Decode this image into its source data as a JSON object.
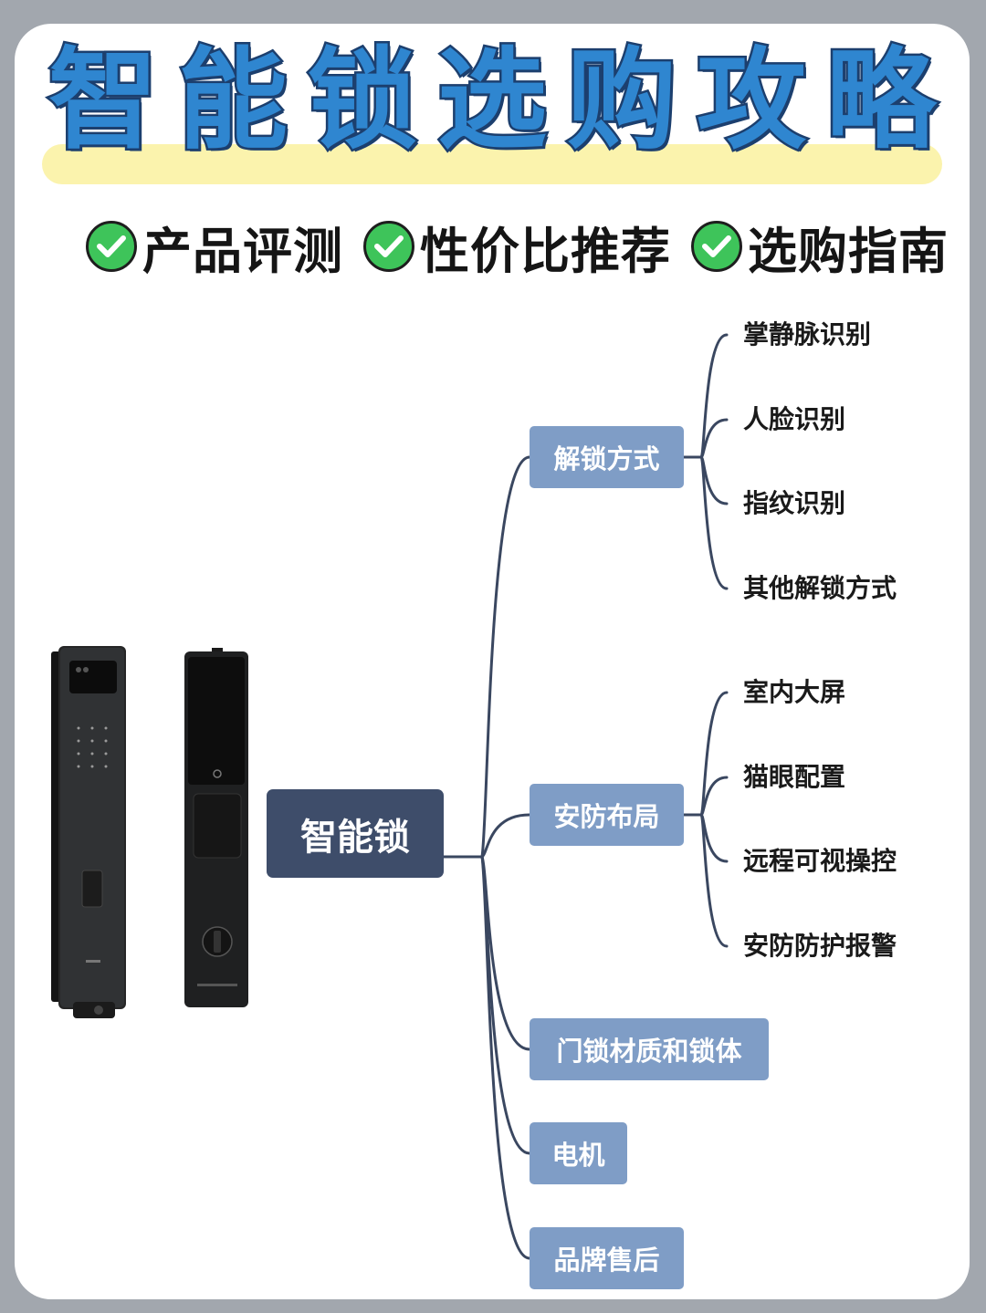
{
  "title": [
    "智",
    "能",
    "锁",
    "选",
    "购",
    "攻",
    "略"
  ],
  "tags": [
    "产品评测",
    "性价比推荐",
    "选购指南"
  ],
  "colors": {
    "background": "#a2a7ae",
    "title": "#2f86d0",
    "root": "#3e4d6a",
    "branch": "#7f9dc6",
    "check": "#3ec45a"
  },
  "images": [
    "smart-lock-front",
    "smart-lock-side"
  ],
  "mindmap": {
    "root": "智能锁",
    "branches": [
      {
        "label": "解锁方式",
        "children": [
          "掌静脉识别",
          "人脸识别",
          "指纹识别",
          "其他解锁方式"
        ]
      },
      {
        "label": "安防布局",
        "children": [
          "室内大屏",
          "猫眼配置",
          "远程可视操控",
          "安防防护报警"
        ]
      },
      {
        "label": "门锁材质和锁体",
        "children": []
      },
      {
        "label": "电机",
        "children": []
      },
      {
        "label": "品牌售后",
        "children": []
      }
    ]
  }
}
